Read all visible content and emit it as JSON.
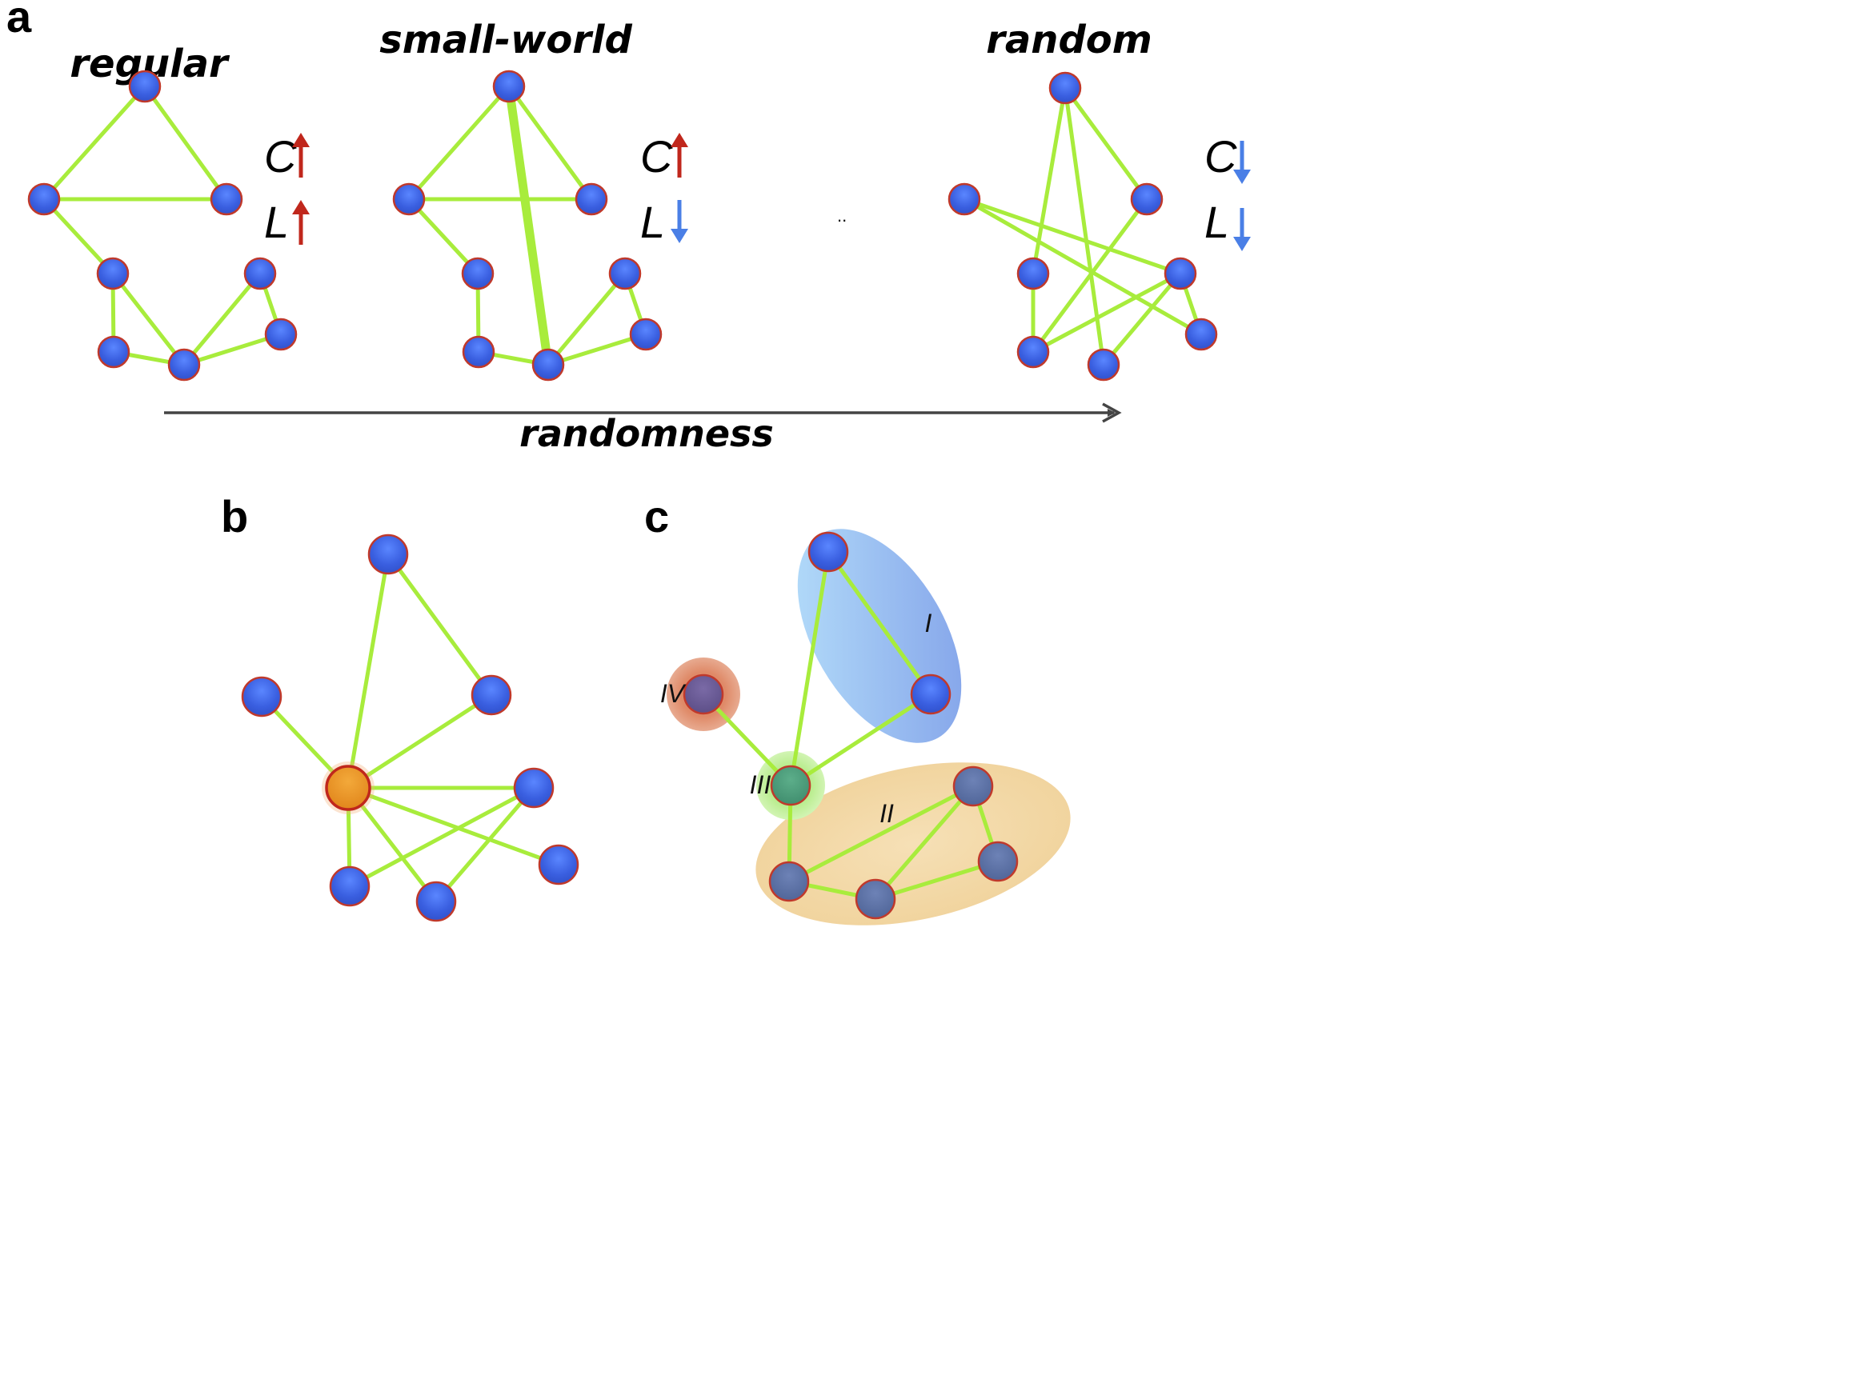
{
  "panels": {
    "a": {
      "letter": "a",
      "networks": [
        {
          "title": "regular",
          "c_symbol": "C",
          "l_symbol": "L",
          "c_trend": "up",
          "l_trend": "up"
        },
        {
          "title": "small-world",
          "c_symbol": "C",
          "l_symbol": "L",
          "c_trend": "up",
          "l_trend": "down"
        },
        {
          "title": "random",
          "c_symbol": "C",
          "l_symbol": "L",
          "c_trend": "down",
          "l_trend": "down"
        }
      ],
      "axis_label": "randomness"
    },
    "b": {
      "letter": "b"
    },
    "c": {
      "letter": "c",
      "modules": {
        "one": "I",
        "two": "II",
        "three": "III",
        "four": "IV"
      }
    }
  },
  "colors": {
    "edge": "#a8ec3c",
    "node": "#3a5fe0",
    "node_border": "#c0392b",
    "arrow_up": "#c0271c",
    "arrow_down": "#4a7fe6",
    "hub": "#e8901e",
    "module_one": "#8fb4f2",
    "module_two": "#f2d9a6",
    "module_three": "#b6ec8a",
    "module_four": "#e3906e",
    "axis": "#444444"
  }
}
